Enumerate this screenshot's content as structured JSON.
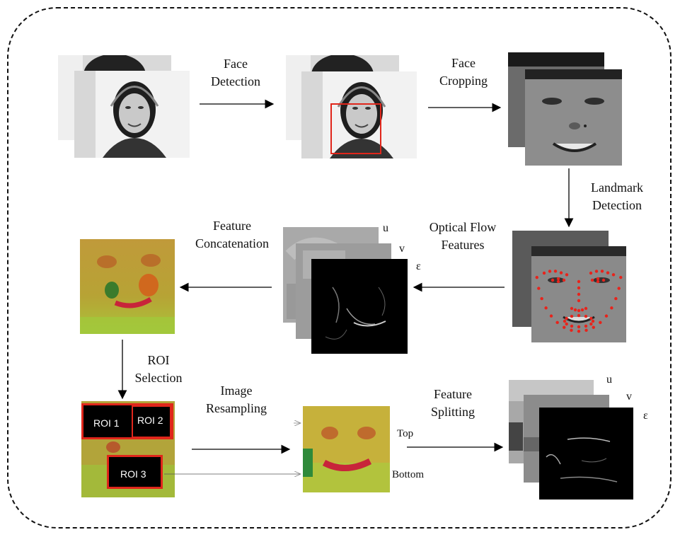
{
  "labels": {
    "face_detection": [
      "Face",
      "Detection"
    ],
    "face_cropping": [
      "Face",
      "Cropping"
    ],
    "landmark_detection": [
      "Landmark",
      "Detection"
    ],
    "optical_flow": [
      "Optical Flow",
      "Features"
    ],
    "feature_concatenation": [
      "Feature",
      "Concatenation"
    ],
    "roi_selection": [
      "ROI",
      "Selection"
    ],
    "image_resampling": [
      "Image",
      "Resampling"
    ],
    "feature_splitting": [
      "Feature",
      "Splitting"
    ]
  },
  "flow_channels": {
    "u": "u",
    "v": "v",
    "eps": "ε"
  },
  "rois": {
    "roi1": "ROI 1",
    "roi2": "ROI 2",
    "roi3": "ROI 3"
  },
  "resample": {
    "top": "Top",
    "bottom": "Bottom"
  },
  "colors": {
    "frame": "#111111",
    "detect_box": "#e0261b",
    "landmark": "#e8231b"
  }
}
